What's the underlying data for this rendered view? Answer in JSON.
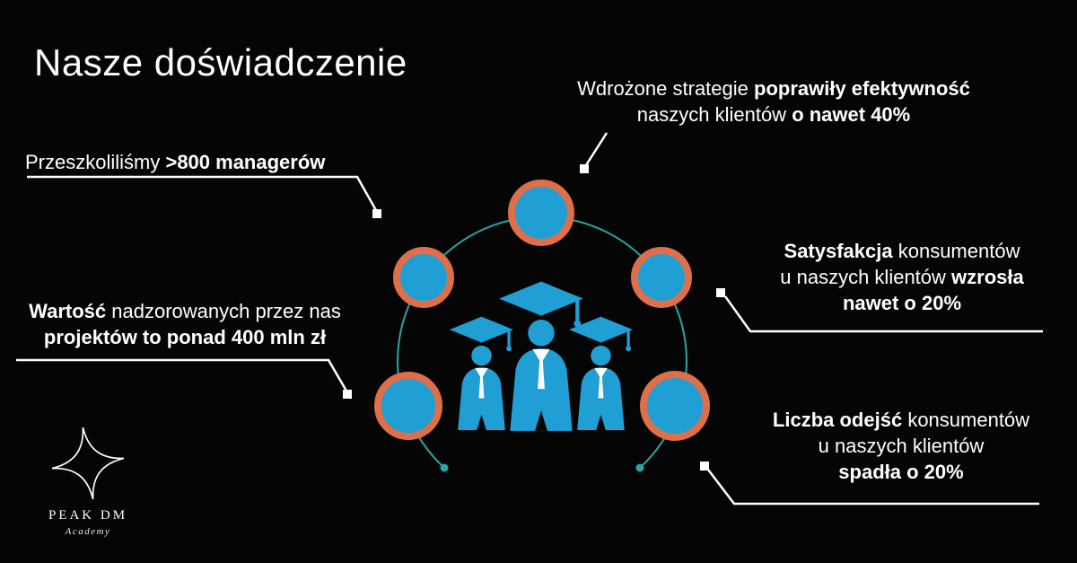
{
  "title": "Nasze doświadczenie",
  "colors": {
    "background": "#050505",
    "node_fill": "#1f9fd4",
    "node_ring": "#df6e4b",
    "arc": "#2aa6a4",
    "figures": "#1f9fd4",
    "text": "#ffffff"
  },
  "callouts": {
    "top": {
      "lines": [
        {
          "parts": [
            {
              "text": "Wdrożone strategie "
            },
            {
              "text": "poprawiły efektywność",
              "bold": true
            }
          ]
        },
        {
          "parts": [
            {
              "text": "naszych klientów "
            },
            {
              "text": "o nawet 40%",
              "bold": true
            }
          ]
        }
      ]
    },
    "trained": {
      "lines": [
        {
          "parts": [
            {
              "text": "Przeszkoliliśmy "
            },
            {
              "text": ">800 managerów",
              "bold": true
            }
          ]
        }
      ]
    },
    "satisfaction": {
      "lines": [
        {
          "parts": [
            {
              "text": "Satysfakcja",
              "bold": true
            },
            {
              "text": " konsumentów"
            }
          ]
        },
        {
          "parts": [
            {
              "text": "u naszych klientów "
            },
            {
              "text": "wzrosła",
              "bold": true
            }
          ]
        },
        {
          "parts": [
            {
              "text": "nawet o 20%",
              "bold": true
            }
          ]
        }
      ]
    },
    "value": {
      "lines": [
        {
          "parts": [
            {
              "text": "Wartość",
              "bold": true
            },
            {
              "text": " nadzorowanych przez nas"
            }
          ]
        },
        {
          "parts": [
            {
              "text": "projektów to ponad 400 mln zł",
              "bold": true
            }
          ]
        }
      ]
    },
    "churn": {
      "lines": [
        {
          "parts": [
            {
              "text": "Liczba odejść",
              "bold": true
            },
            {
              "text": " konsumentów"
            }
          ]
        },
        {
          "parts": [
            {
              "text": "u naszych klientów"
            }
          ]
        },
        {
          "parts": [
            {
              "text": "spadła o 20%",
              "bold": true
            }
          ]
        }
      ]
    }
  },
  "logo": {
    "name": "PEAK DM",
    "subtitle": "Academy"
  }
}
